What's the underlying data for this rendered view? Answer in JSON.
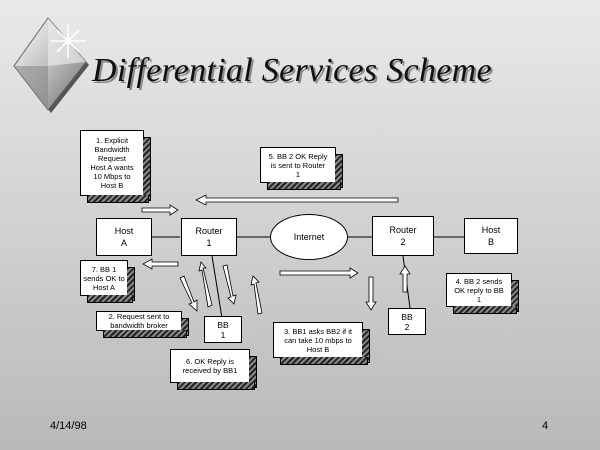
{
  "title": "Differential Services Scheme",
  "nodes": {
    "host_a": [
      "Host",
      "A"
    ],
    "router_1": [
      "Router",
      "1"
    ],
    "internet": "Internet",
    "router_2": [
      "Router",
      "2"
    ],
    "host_b": [
      "Host",
      "B"
    ],
    "bb_1": [
      "BB",
      "1"
    ],
    "bb_2": [
      "BB",
      "2"
    ]
  },
  "callouts": {
    "step1": "1. Explicit\nBandwidth\nRequest\nHost A wants\n10 Mbps to\nHost B",
    "step2": "2. Request sent to\nbandwidth broker",
    "step3": "3. BB1 asks BB2 if it\ncan take 10 mbps to\nHost B",
    "step4": "4. BB 2 sends\nOK reply to BB\n1",
    "step5": "5. BB 2 OK Reply\nis sent to Router\n1",
    "step6": "6. OK Reply is\nreceived by BB1",
    "step7": "7. BB 1\nsends OK to\nHost A"
  },
  "footer": {
    "date": "4/14/98",
    "page": "4"
  }
}
